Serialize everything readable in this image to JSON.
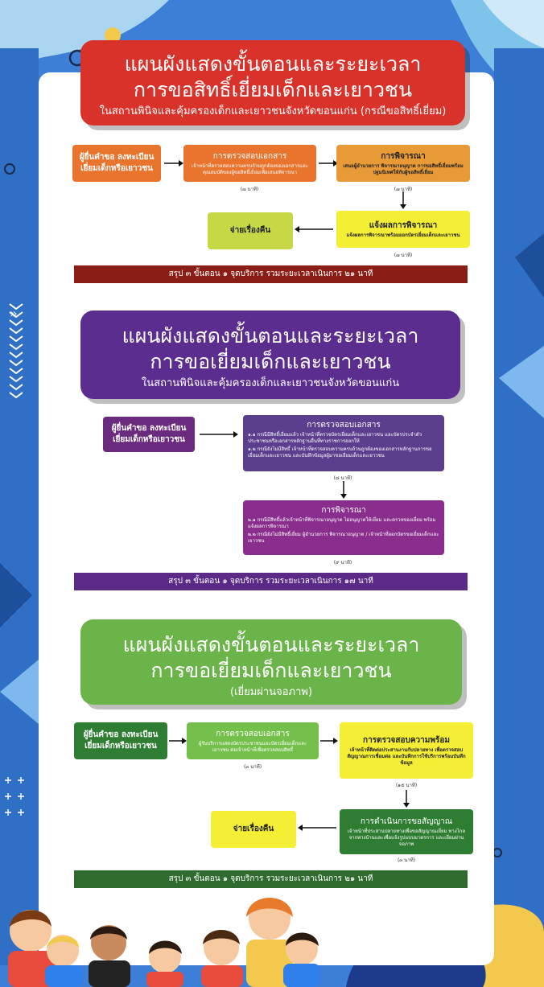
{
  "colors": {
    "background": "#3d7fd6",
    "red": "#d9322b",
    "purple": "#5a2d8e",
    "green": "#6bb44a",
    "dark_red": "#8a1d15",
    "dark_purple": "#5b2a86",
    "dark_green": "#2f6b2e",
    "orange": "#e8742e",
    "amber": "#e79a36",
    "yellow": "#f4ef34",
    "lime": "#c6d846",
    "violet": "#7a3d99",
    "magenta": "#8a2e8e",
    "green_mid": "#75c04c",
    "green_dark": "#2e7d32"
  },
  "section1": {
    "title_line1": "แผนผังแสดงขั้นตอนและระยะเวลา",
    "title_line2": "การขอสิทธิ์เยี่ยมเด็กและเยาวชน",
    "subtitle": "ในสถานพินิจและคุ้มครองเด็กและเยาวชนจังหวัดขอนแก่น (กรณีขอสิทธิ์เยี่ยม)",
    "step_apply": "ผู้ยื่นคำขอ ลงทะเบียน เยี่ยมเด็กหรือเยาวชน",
    "step_check_title": "การตรวจสอบเอกสาร",
    "step_check_desc": "เจ้าหน้าที่ตรวจสอบความครบถ้วนถูกต้องของเอกสารและคุณสมบัติของผู้ขอสิทธิ์เยี่ยมเพื่อเสนอพิจารณา",
    "step_check_time": "(๗ นาที)",
    "step_consider_title": "การพิจารณา",
    "step_consider_desc": "เสนอผู้อำนวยการ พิจารณาอนุญาต การขอสิทธิ์เยี่ยมพร้อมปฐมนิเทศให้กับผู้ขอสิทธิ์เยี่ยม",
    "step_consider_time": "(๗ นาที)",
    "step_notify_title": "แจ้งผลการพิจารณา",
    "step_notify_desc": "แจ้งผลการพิจารณาพร้อมออกบัตรเยี่ยมเด็กและเยาวชน",
    "step_notify_time": "(๗ นาที)",
    "step_return": "จ่ายเรื่องคืน",
    "summary": "สรุป ๓ ขั้นตอน ๑ จุดบริการ รวมระยะเวลาเนินการ ๒๑ นาที"
  },
  "section2": {
    "title_line1": "แผนผังแสดงขั้นตอนและระยะเวลา",
    "title_line2": "การขอเยี่ยมเด็กและเยาวชน",
    "subtitle": "ในสถานพินิจและคุ้มครองเด็กและเยาวชนจังหวัดขอนแก่น",
    "step_apply": "ผู้ยื่นคำขอ ลงทะเบียน เยี่ยมเด็กหรือเยาวชน",
    "step_check_title": "การตรวจสอบเอกสาร",
    "step_check_desc1": "๑.๑ กรณีมีสิทธิ์เยี่ยมแล้ว เจ้าหน้าที่ตรวจบัตรเยี่ยมเด็กและเยาวชน และบัตรประจำตัวประชาชนหรือเอกสารหลักฐานอื่นที่ทางราชการออกให้",
    "step_check_desc2": "๑.๒ กรณียังไม่มีสิทธิ์ เจ้าหน้าที่ตรวจสอบความครบถ้วนถูกต้องของเอกสารหลักฐานการขอเยี่ยมเด็กและเยาวชน และบันทึกข้อมูลผู้มาขอเยี่ยมเด็กและเยาวชน",
    "step_check_time": "(๘ นาที)",
    "step_consider_title": "การพิจารณา",
    "step_consider_desc1": "๒.๑ กรณีมีสิทธิ์แล้วเจ้าหน้าที่พิจารณาอนุญาต ไม่อนุญาตให้เยี่ยม และตรวจของเยี่ยม พร้อมแจ้งผลการพิจารณา",
    "step_consider_desc2": "๒.๒ กรณียังไม่มีสิทธิ์เยี่ยม ผู้อำนวยการ พิจารณาอนุญาต / เจ้าหน้าที่ออกบัตรขอเยี่ยมเด็กและเยาวชน",
    "step_consider_time": "(๙ นาที)",
    "summary": "สรุป ๓ ขั้นตอน ๑ จุดบริการ รวมระยะเวลาเนินการ ๑๗ นาที"
  },
  "section3": {
    "title_line1": "แผนผังแสดงขั้นตอนและระยะเวลา",
    "title_line2": "การขอเยี่ยมเด็กและเยาวชน",
    "subtitle": "(เยี่ยมผ่านจอภาพ)",
    "step_apply": "ผู้ยื่นคำขอ ลงทะเบียน เยี่ยมเด็กหรือเยาวชน",
    "step_check_title": "การตรวจสอบเอกสาร",
    "step_check_desc": "ผู้รับบริการแสดงบัตรประชาชนและบัตรเยี่ยมเด็กและเยาวชน ต่อเจ้าหน้าที่เพื่อตรวจสอบสิทธิ์",
    "step_check_time": "(๓ นาที)",
    "step_ready_title": "การตรวจสอบความพร้อม",
    "step_ready_desc": "เจ้าหน้าที่ติดต่อประสานงานกับปลายทาง เพื่อตรวจสอบสัญญาณการเชื่อมต่อ และบันทึกการใช้บริการพร้อมบันทึกข้อมูล",
    "step_ready_time": "(๑๕ นาที)",
    "step_run_title": "การดำเนินการขอสัญญาณ",
    "step_run_desc": "เจ้าหน้าที่ประสานปลายทางเพื่อขอสัญญาณเยี่ยม ทางไกลจากทางบ้านและเพื่อแจ้งรูปแบบมาตรการ และเยี่ยมผ่านจอภาพ",
    "step_run_time": "(๓ นาที)",
    "step_return": "จ่ายเรื่องคืน",
    "summary": "สรุป ๓ ขั้นตอน ๑ จุดบริการ รวมระยะเวลาเนินการ ๒๑ นาที"
  }
}
